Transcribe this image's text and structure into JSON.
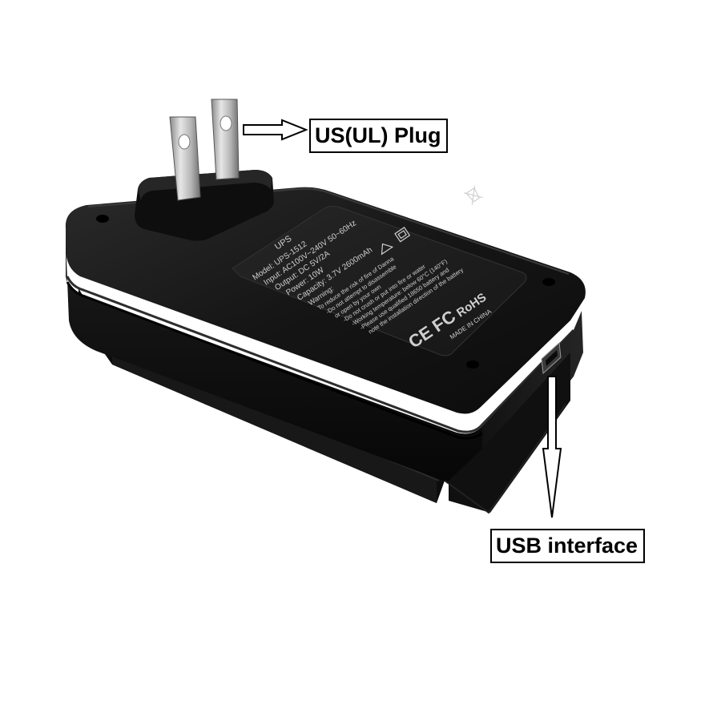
{
  "callouts": {
    "plug_label": "US(UL) Plug",
    "usb_label": "USB interface"
  },
  "device_label": {
    "brand": "UPS",
    "model": "Model: UPS-1512",
    "input": "Input: AC100V~240V 50~60Hz",
    "output": "Output: DC 5V/2A",
    "power": "Power: 10W",
    "capacity": "Capacity: 3.7V 2600mAh",
    "warning_title": "Warning:",
    "warning_lines": [
      "To reduce the risk of fire of Danna",
      "-Do not attempt to disassemble",
      "or open by your own",
      "-Do not crush or put into fire or water",
      "-Working temperature: below 60°C (140°F)",
      "-Please use qualified 18650 battery and",
      "note the installation direction of the battery"
    ],
    "marks": [
      "CE",
      "FC",
      "RoHS"
    ],
    "origin": "MADE IN CHINA"
  },
  "colors": {
    "background": "#ffffff",
    "body": "#141414",
    "label_plate": "#1c1c1c",
    "print": "#cfcfcf",
    "prong": "#c4c4c4"
  }
}
